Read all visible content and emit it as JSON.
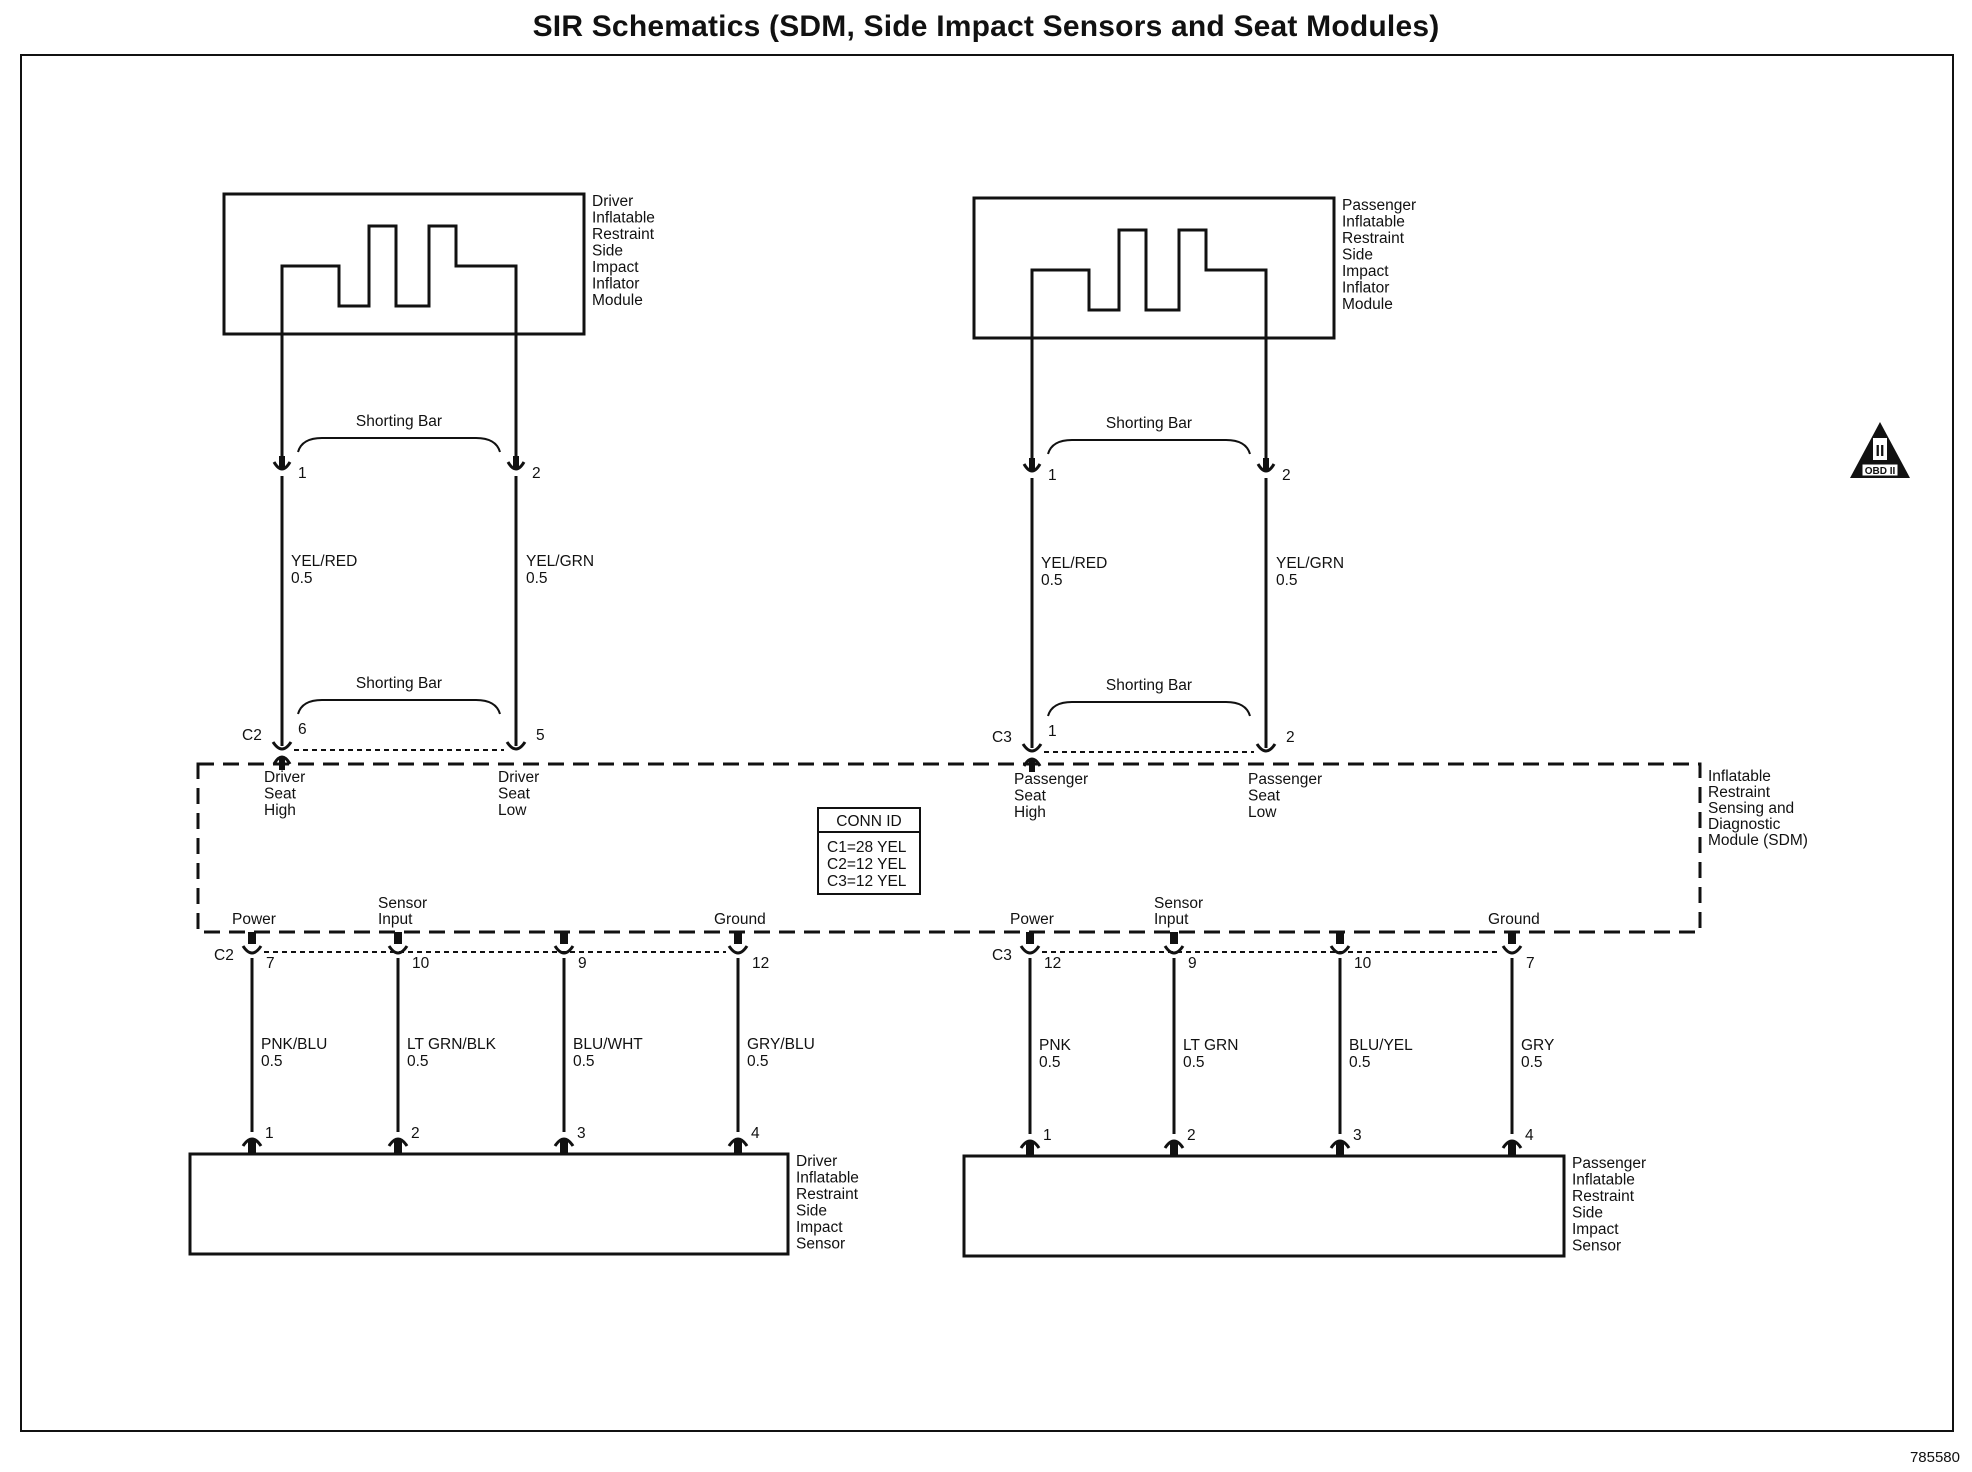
{
  "title": "SIR Schematics (SDM, Side Impact Sensors and Seat Modules)",
  "doc_id": "785580",
  "obd_badge": {
    "top": "II",
    "bottom": "OBD II",
    "icon": "obd-ii-triangle-icon"
  },
  "sdm": {
    "label": [
      "Inflatable",
      "Restraint",
      "Sensing and",
      "Diagnostic",
      "Module (SDM)"
    ]
  },
  "conn_id": {
    "header": "CONN ID",
    "rows": [
      "C1=28 YEL",
      "C2=12 YEL",
      "C3=12 YEL"
    ]
  },
  "shorting_bar": "Shorting Bar",
  "driver": {
    "module_label": [
      "Driver",
      "Inflatable",
      "Restraint",
      "Side",
      "Impact",
      "Inflator",
      "Module"
    ],
    "module_pins": [
      "1",
      "2"
    ],
    "upper_wires": [
      {
        "color": "YEL/RED",
        "gauge": "0.5"
      },
      {
        "color": "YEL/GRN",
        "gauge": "0.5"
      }
    ],
    "upper_connector": "C2",
    "upper_pins": [
      "6",
      "5"
    ],
    "upper_terms": [
      [
        "Driver",
        "Seat",
        "High"
      ],
      [
        "Driver",
        "Seat",
        "Low"
      ]
    ],
    "lower_connector": "C2",
    "lower_terms": [
      [
        "Power"
      ],
      [
        "Sensor",
        "Input"
      ],
      [],
      [
        "Ground"
      ]
    ],
    "lower_pins": [
      "7",
      "10",
      "9",
      "12"
    ],
    "lower_wires": [
      {
        "color": "PNK/BLU",
        "gauge": "0.5"
      },
      {
        "color": "LT GRN/BLK",
        "gauge": "0.5"
      },
      {
        "color": "BLU/WHT",
        "gauge": "0.5"
      },
      {
        "color": "GRY/BLU",
        "gauge": "0.5"
      }
    ],
    "sensor_pins": [
      "1",
      "2",
      "3",
      "4"
    ],
    "sensor_label": [
      "Driver",
      "Inflatable",
      "Restraint",
      "Side",
      "Impact",
      "Sensor"
    ]
  },
  "passenger": {
    "module_label": [
      "Passenger",
      "Inflatable",
      "Restraint",
      "Side",
      "Impact",
      "Inflator",
      "Module"
    ],
    "module_pins": [
      "1",
      "2"
    ],
    "upper_wires": [
      {
        "color": "YEL/RED",
        "gauge": "0.5"
      },
      {
        "color": "YEL/GRN",
        "gauge": "0.5"
      }
    ],
    "upper_connector": "C3",
    "upper_pins": [
      "1",
      "2"
    ],
    "upper_terms": [
      [
        "Passenger",
        "Seat",
        "High"
      ],
      [
        "Passenger",
        "Seat",
        "Low"
      ]
    ],
    "lower_connector": "C3",
    "lower_terms": [
      [
        "Power"
      ],
      [
        "Sensor",
        "Input"
      ],
      [],
      [
        "Ground"
      ]
    ],
    "lower_pins": [
      "12",
      "9",
      "10",
      "7"
    ],
    "lower_wires": [
      {
        "color": "PNK",
        "gauge": "0.5"
      },
      {
        "color": "LT GRN",
        "gauge": "0.5"
      },
      {
        "color": "BLU/YEL",
        "gauge": "0.5"
      },
      {
        "color": "GRY",
        "gauge": "0.5"
      }
    ],
    "sensor_pins": [
      "1",
      "2",
      "3",
      "4"
    ],
    "sensor_label": [
      "Passenger",
      "Inflatable",
      "Restraint",
      "Side",
      "Impact",
      "Sensor"
    ]
  }
}
